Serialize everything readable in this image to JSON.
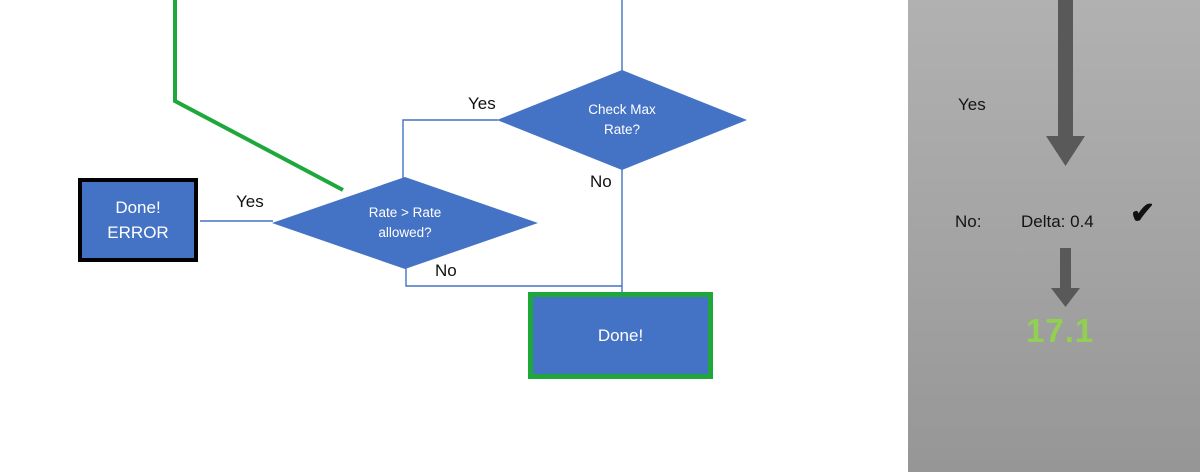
{
  "flowchart": {
    "nodes": {
      "check_max_rate": {
        "line1": "Check Max",
        "line2": "Rate?"
      },
      "rate_allowed": {
        "line1": "Rate > Rate",
        "line2": "allowed?"
      },
      "done_error": {
        "line1": "Done!",
        "line2": "ERROR"
      },
      "done": {
        "label": "Done!"
      }
    },
    "edge_labels": {
      "check_yes": "Yes",
      "check_no": "No",
      "rate_yes": "Yes",
      "rate_no": "No"
    },
    "colors": {
      "node_fill": "#4472C4",
      "node_text": "#FFFFFF",
      "connector_blue": "#4472C4",
      "highlight_green": "#1EA83C",
      "error_border": "#000000"
    }
  },
  "side_panel": {
    "yes_label": "Yes",
    "no_label": "No:",
    "delta_value": "Delta: 0.4",
    "check_icon": "✔",
    "result_value": "17.1",
    "colors": {
      "panel_gray_top": "#B1B1B1",
      "panel_gray_bottom": "#969696",
      "arrow_gray": "#595959",
      "result_green": "#92D050"
    }
  }
}
